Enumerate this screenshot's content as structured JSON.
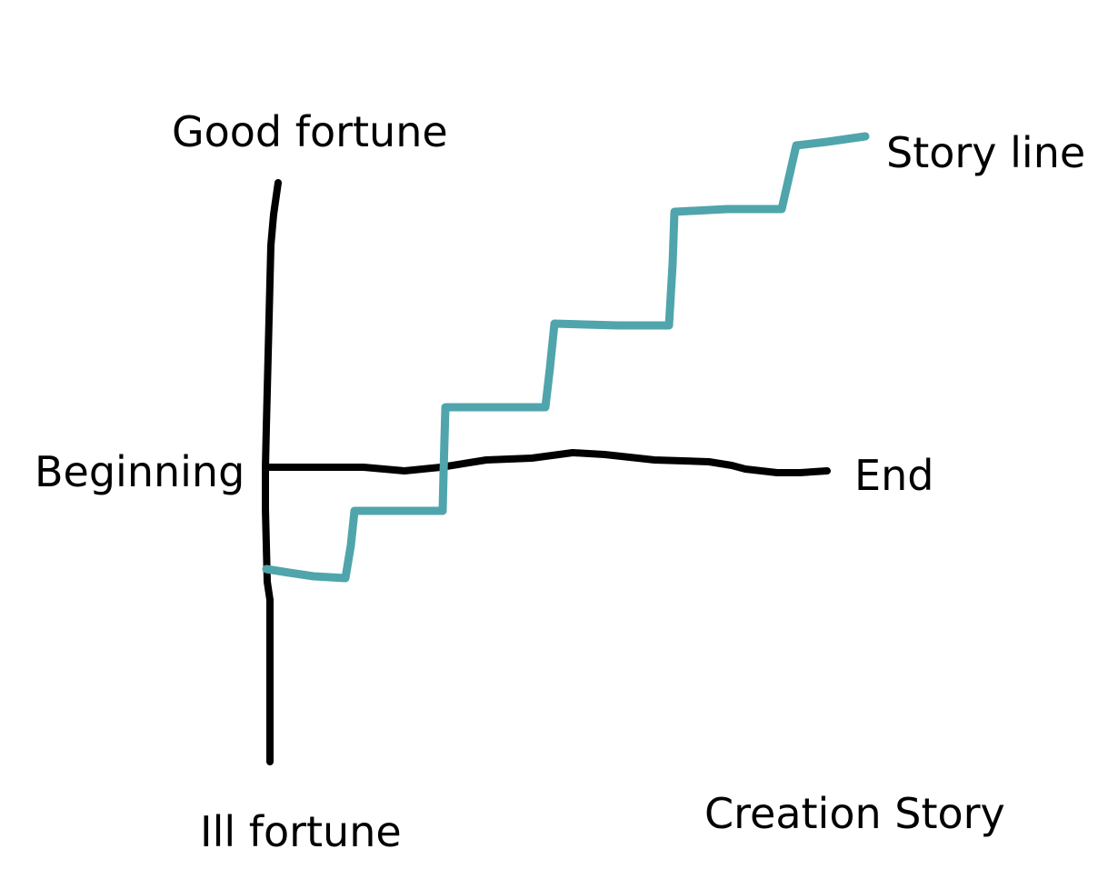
{
  "labels": {
    "good_fortune": "Good fortune",
    "ill_fortune": "Ill fortune",
    "beginning": "Beginning",
    "end": "End",
    "story_line": "Story line",
    "title": "Creation Story"
  },
  "colors": {
    "axis": "#000000",
    "story_line": "#4fa5ab",
    "background": "#ffffff"
  }
}
